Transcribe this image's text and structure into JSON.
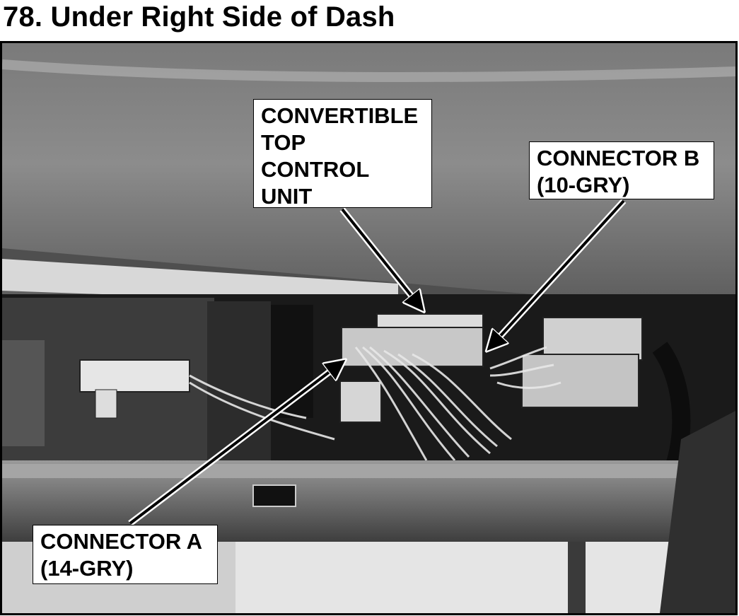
{
  "figure": {
    "title": "78. Under Right Side of Dash"
  },
  "callouts": {
    "control_unit": {
      "line1": "CONVERTIBLE",
      "line2": "TOP",
      "line3": "CONTROL",
      "line4": "UNIT"
    },
    "connector_b": {
      "line1": "CONNECTOR B",
      "line2": "(10-GRY)"
    },
    "connector_a": {
      "line1": "CONNECTOR A",
      "line2": "(14-GRY)"
    }
  }
}
